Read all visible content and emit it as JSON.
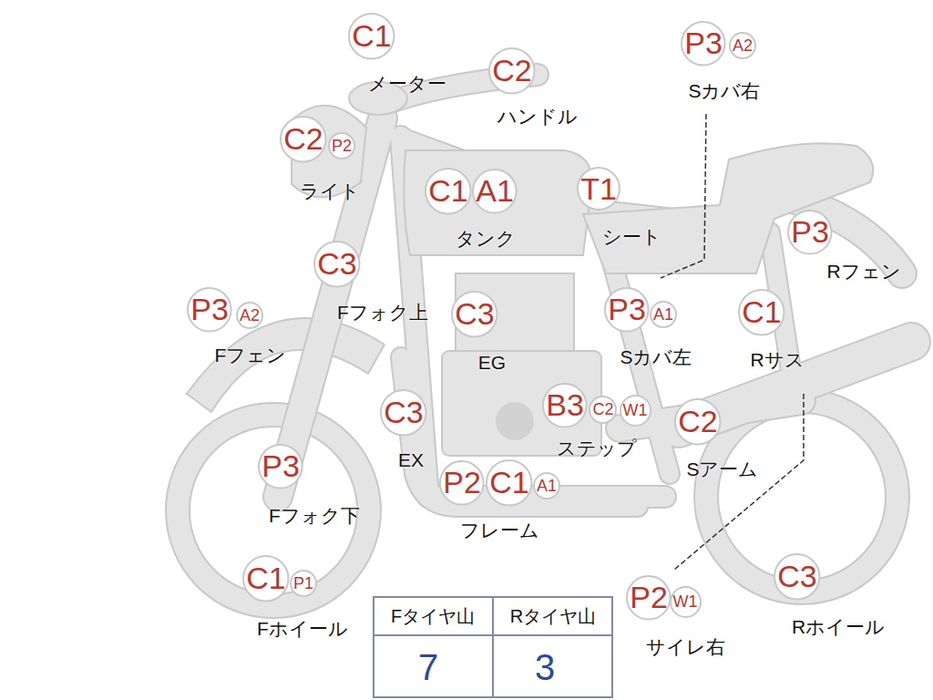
{
  "diagram": {
    "nodes": [
      {
        "text": [
          "C1"
        ]
      },
      {
        "text": [
          "C2"
        ]
      },
      {
        "text": [
          "P3"
        ]
      },
      {
        "text": [
          "A2"
        ]
      },
      {
        "text": [
          "C2"
        ]
      },
      {
        "text": [
          "P2"
        ]
      },
      {
        "text": [
          "C1"
        ]
      },
      {
        "text": [
          "A1"
        ]
      },
      {
        "text": [
          "T1"
        ]
      },
      {
        "text": [
          "P3"
        ]
      },
      {
        "text": [
          "C3"
        ]
      },
      {
        "text": [
          "P3"
        ]
      },
      {
        "text": [
          "A2"
        ]
      },
      {
        "text": [
          "C3"
        ]
      },
      {
        "text": [
          "P3"
        ]
      },
      {
        "text": [
          "A1"
        ]
      },
      {
        "text": [
          "C1"
        ]
      },
      {
        "text": [
          "C3"
        ]
      },
      {
        "text": [
          "B3"
        ]
      },
      {
        "text": [
          "C2"
        ]
      },
      {
        "text": [
          "W1"
        ]
      },
      {
        "text": [
          "C2"
        ]
      },
      {
        "text": [
          "P3"
        ]
      },
      {
        "text": [
          "P2"
        ]
      },
      {
        "text": [
          "C1"
        ]
      },
      {
        "text": [
          "A1"
        ]
      },
      {
        "text": [
          "C1"
        ]
      },
      {
        "text": [
          "P1"
        ]
      },
      {
        "text": [
          "P2"
        ]
      },
      {
        "text": [
          "W1"
        ]
      },
      {
        "text": [
          "C3"
        ]
      }
    ],
    "labels": [
      "メーター",
      "ハンドル",
      "Sカバ右",
      "ライト",
      "タンク",
      "シート",
      "Rフェン",
      "Fフォク上",
      "Fフェン",
      "EG",
      "Sカバ左",
      "Rサス",
      "EX",
      "ステップ",
      "Sアーム",
      "Fフォク下",
      "フレーム",
      "Fホイール",
      "サイレ右",
      "Rホイール",
      "Fタイヤ山",
      "Rタイヤ山",
      "7",
      "3"
    ]
  }
}
